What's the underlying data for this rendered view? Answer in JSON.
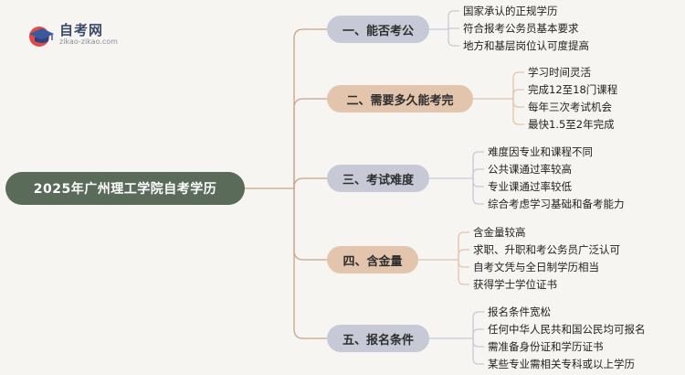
{
  "logo": {
    "title": "自考网",
    "subtitle": "zikao-zikao.com"
  },
  "root": {
    "label": "2025年广州理工学院自考学历"
  },
  "branches": [
    {
      "label": "一、能否考公",
      "color": "#c7cad6",
      "leaves": [
        "国家承认的正规学历",
        "符合报考公务员基本要求",
        "地方和基层岗位认可度提高"
      ]
    },
    {
      "label": "二、需要多久能考完",
      "color": "#e3c4ad",
      "leaves": [
        "学习时间灵活",
        "完成12至18门课程",
        "每年三次考试机会",
        "最快1.5至2年完成"
      ]
    },
    {
      "label": "三、考试难度",
      "color": "#c7cad6",
      "leaves": [
        "难度因专业和课程不同",
        "公共课通过率较高",
        "专业课通过率较低",
        "综合考虑学习基础和备考能力"
      ]
    },
    {
      "label": "四、含金量",
      "color": "#e3c4ad",
      "leaves": [
        "含金量较高",
        "求职、升职和考公务员广泛认可",
        "自考文凭与全日制学历相当",
        "获得学士学位证书"
      ]
    },
    {
      "label": "五、报名条件",
      "color": "#c7cad6",
      "leaves": [
        "报名条件宽松",
        "任何中华人民共和国公民均可报名",
        "需准备身份证和学历证书",
        "某些专业需相关专科或以上学历"
      ]
    }
  ]
}
